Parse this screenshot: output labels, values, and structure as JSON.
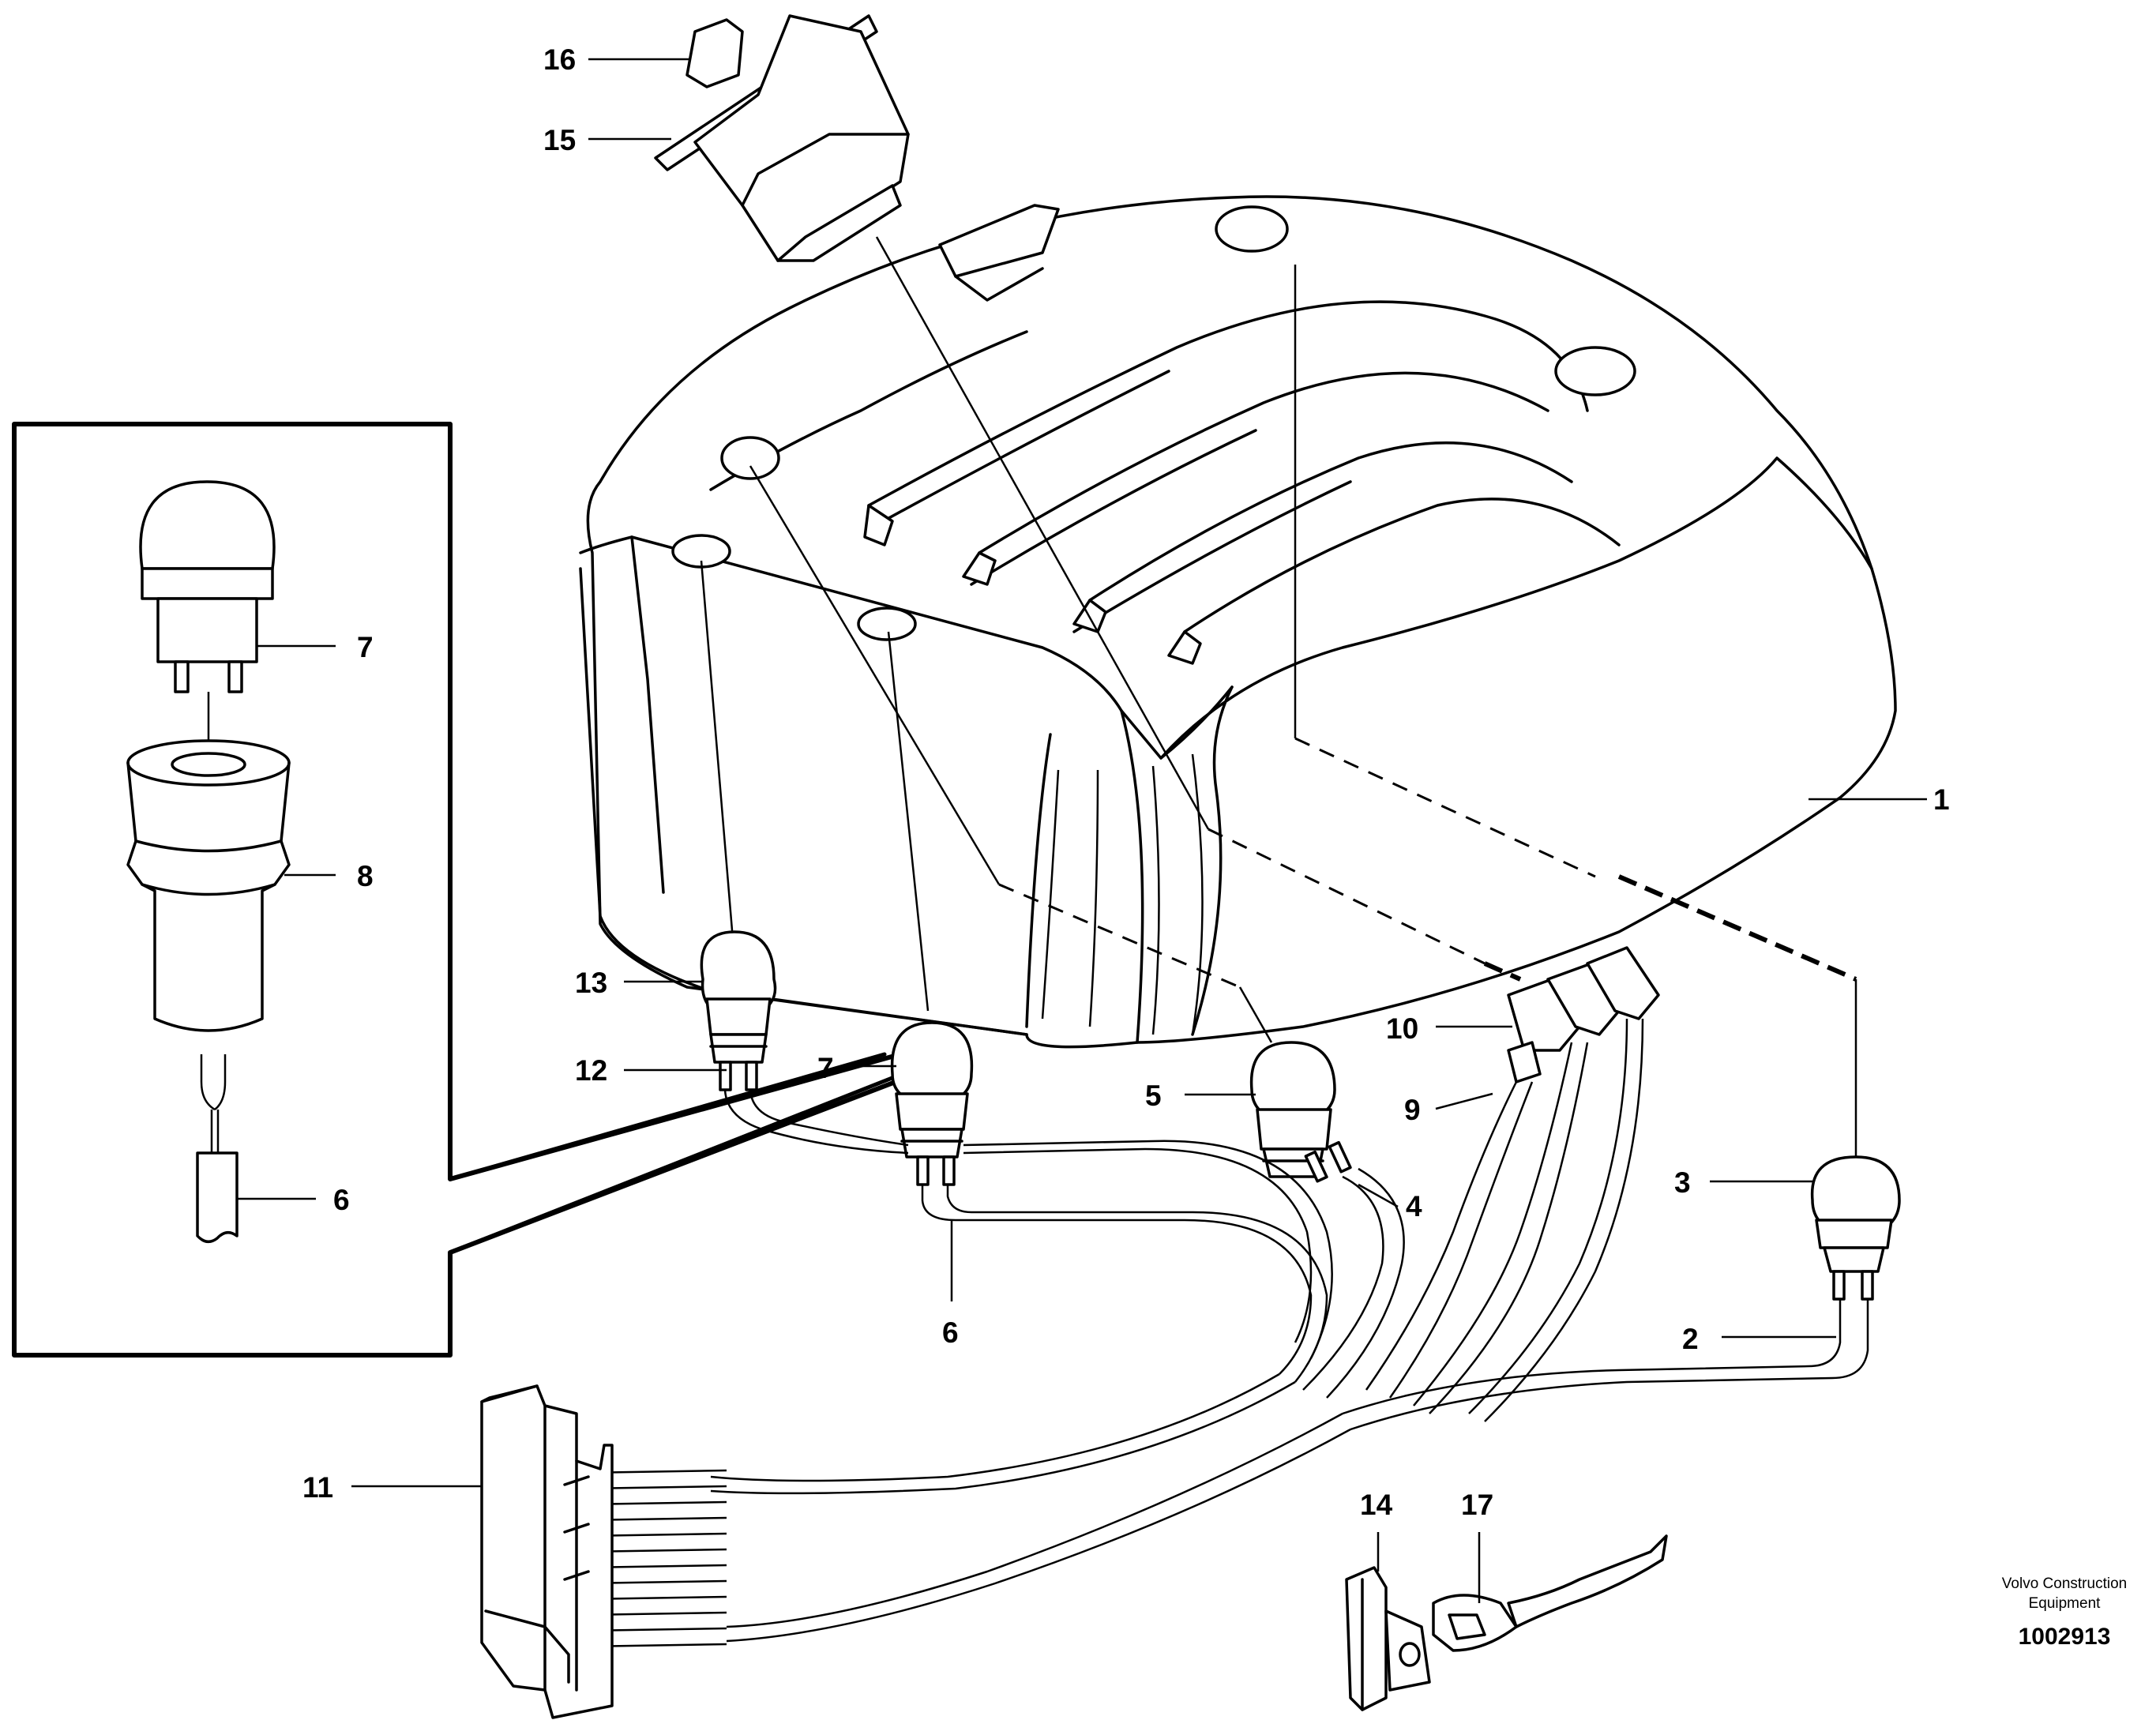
{
  "labels": {
    "n1": "1",
    "n2": "2",
    "n3": "3",
    "n4": "4",
    "n5": "5",
    "n6_main": "6",
    "n6_inset": "6",
    "n7_main": "7",
    "n7_inset": "7",
    "n8": "8",
    "n9": "9",
    "n10": "10",
    "n11": "11",
    "n12": "12",
    "n13": "13",
    "n14": "14",
    "n15": "15",
    "n16": "16",
    "n17": "17"
  },
  "footer": {
    "company_line1": "Volvo Construction",
    "company_line2": "Equipment",
    "drawing_number": "1002913"
  }
}
